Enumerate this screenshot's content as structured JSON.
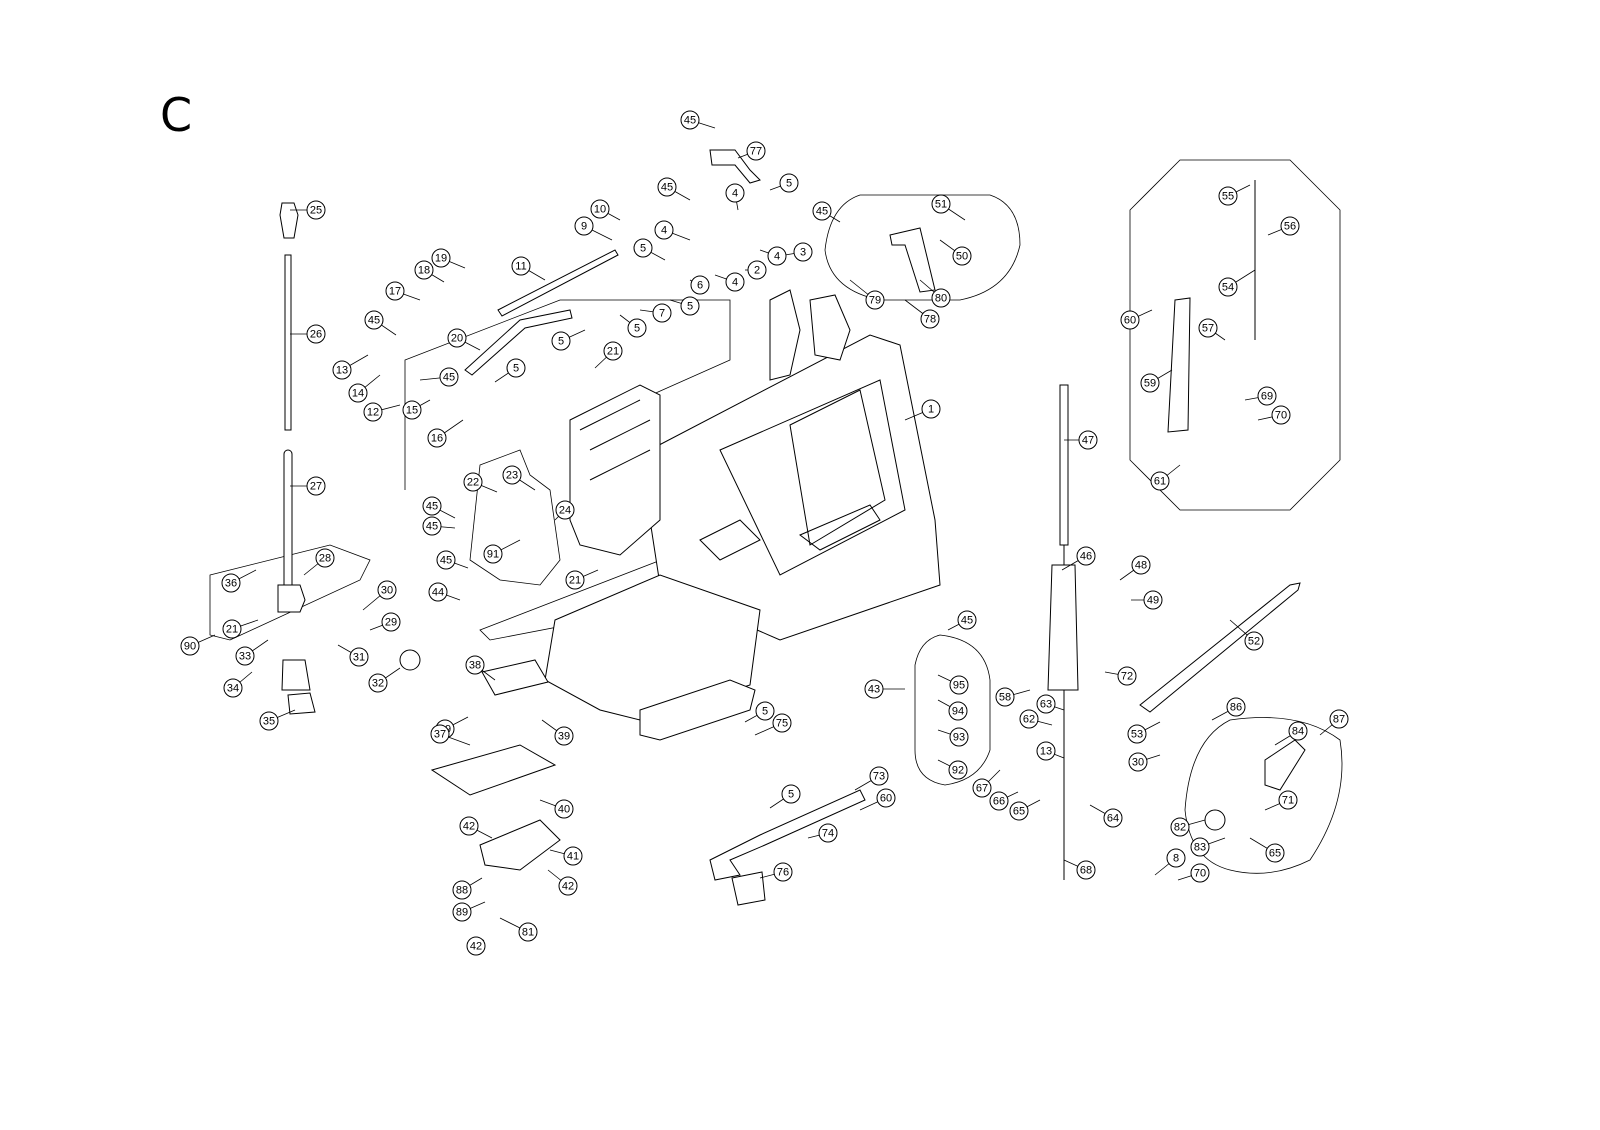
{
  "sheet_letter": "C",
  "callouts": [
    {
      "n": "45"
    },
    {
      "n": "77"
    },
    {
      "n": "5"
    },
    {
      "n": "4"
    },
    {
      "n": "45"
    },
    {
      "n": "10"
    },
    {
      "n": "9"
    },
    {
      "n": "4"
    },
    {
      "n": "5"
    },
    {
      "n": "3"
    },
    {
      "n": "2"
    },
    {
      "n": "4"
    },
    {
      "n": "6"
    },
    {
      "n": "4"
    },
    {
      "n": "5"
    },
    {
      "n": "7"
    },
    {
      "n": "5"
    },
    {
      "n": "45"
    },
    {
      "n": "51"
    },
    {
      "n": "50"
    },
    {
      "n": "79"
    },
    {
      "n": "80"
    },
    {
      "n": "78"
    },
    {
      "n": "25"
    },
    {
      "n": "26"
    },
    {
      "n": "27"
    },
    {
      "n": "11"
    },
    {
      "n": "19"
    },
    {
      "n": "18"
    },
    {
      "n": "17"
    },
    {
      "n": "45"
    },
    {
      "n": "20"
    },
    {
      "n": "5"
    },
    {
      "n": "21"
    },
    {
      "n": "5"
    },
    {
      "n": "13"
    },
    {
      "n": "14"
    },
    {
      "n": "12"
    },
    {
      "n": "15"
    },
    {
      "n": "45"
    },
    {
      "n": "16"
    },
    {
      "n": "1"
    },
    {
      "n": "23"
    },
    {
      "n": "22"
    },
    {
      "n": "24"
    },
    {
      "n": "45"
    },
    {
      "n": "45"
    },
    {
      "n": "91"
    },
    {
      "n": "45"
    },
    {
      "n": "21"
    },
    {
      "n": "44"
    },
    {
      "n": "36"
    },
    {
      "n": "28"
    },
    {
      "n": "30"
    },
    {
      "n": "21"
    },
    {
      "n": "29"
    },
    {
      "n": "90"
    },
    {
      "n": "33"
    },
    {
      "n": "31"
    },
    {
      "n": "34"
    },
    {
      "n": "32"
    },
    {
      "n": "35"
    },
    {
      "n": "38"
    },
    {
      "n": "39"
    },
    {
      "n": "39"
    },
    {
      "n": "37"
    },
    {
      "n": "40"
    },
    {
      "n": "42"
    },
    {
      "n": "41"
    },
    {
      "n": "88"
    },
    {
      "n": "42"
    },
    {
      "n": "89"
    },
    {
      "n": "81"
    },
    {
      "n": "42"
    },
    {
      "n": "5"
    },
    {
      "n": "75"
    },
    {
      "n": "73"
    },
    {
      "n": "5"
    },
    {
      "n": "60"
    },
    {
      "n": "74"
    },
    {
      "n": "76"
    },
    {
      "n": "45"
    },
    {
      "n": "43"
    },
    {
      "n": "95"
    },
    {
      "n": "94"
    },
    {
      "n": "93"
    },
    {
      "n": "92"
    },
    {
      "n": "47"
    },
    {
      "n": "46"
    },
    {
      "n": "48"
    },
    {
      "n": "49"
    },
    {
      "n": "52"
    },
    {
      "n": "72"
    },
    {
      "n": "58"
    },
    {
      "n": "63"
    },
    {
      "n": "62"
    },
    {
      "n": "13"
    },
    {
      "n": "86"
    },
    {
      "n": "53"
    },
    {
      "n": "30"
    },
    {
      "n": "87"
    },
    {
      "n": "84"
    },
    {
      "n": "67"
    },
    {
      "n": "66"
    },
    {
      "n": "65"
    },
    {
      "n": "64"
    },
    {
      "n": "71"
    },
    {
      "n": "82"
    },
    {
      "n": "83"
    },
    {
      "n": "65"
    },
    {
      "n": "8"
    },
    {
      "n": "70"
    },
    {
      "n": "68"
    },
    {
      "n": "55"
    },
    {
      "n": "56"
    },
    {
      "n": "54"
    },
    {
      "n": "60"
    },
    {
      "n": "57"
    },
    {
      "n": "59"
    },
    {
      "n": "69"
    },
    {
      "n": "70"
    },
    {
      "n": "61"
    }
  ]
}
